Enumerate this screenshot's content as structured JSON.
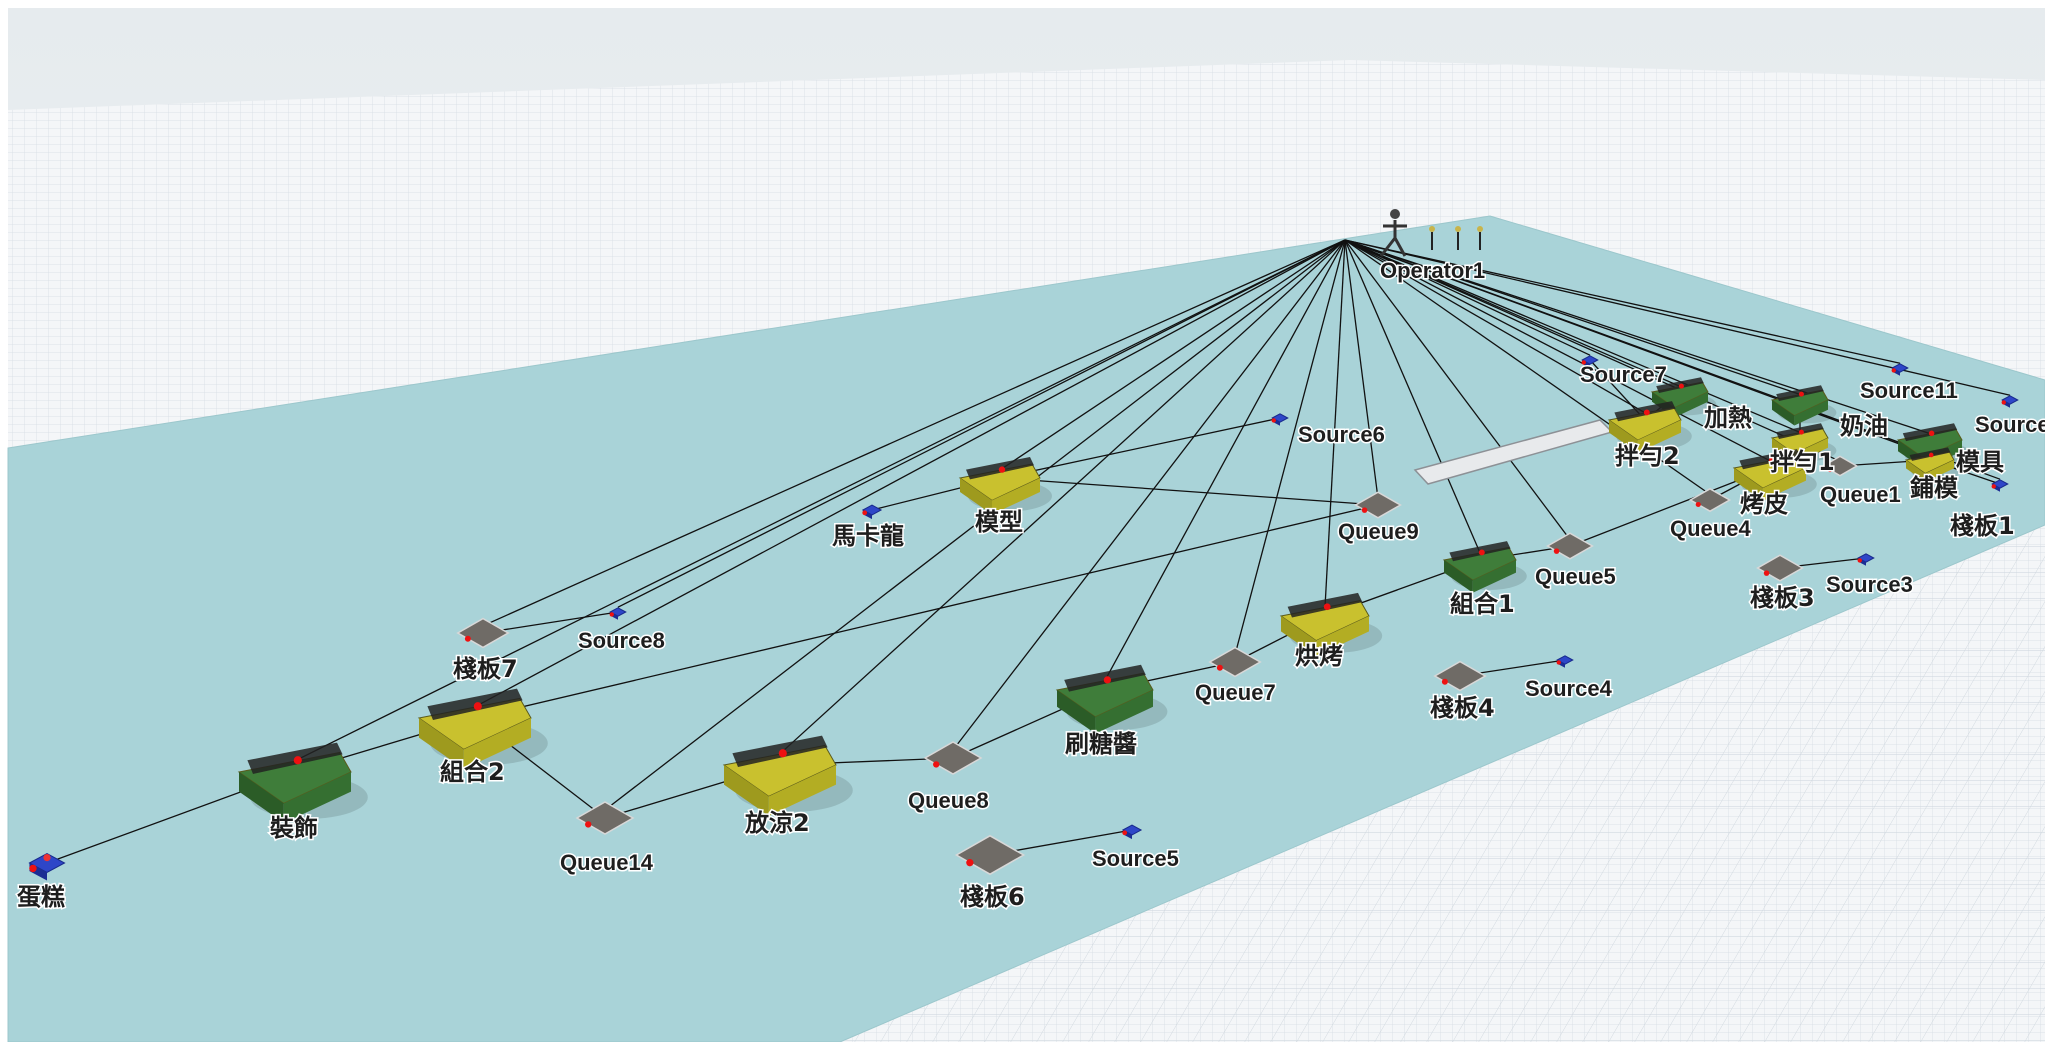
{
  "app": {
    "view": "3D model view"
  },
  "colors": {
    "sky": "#e4e8ea",
    "grid_line": "#c9d2da",
    "floor_bg": "#f2f4f6",
    "model_floor": "#a8d3d8",
    "processor_yellow": "#c9c12e",
    "processor_green": "#3f7d3a",
    "queue_gray": "#6f6b66",
    "source_blue": "#2e46c8"
  },
  "operator": {
    "name": "Operator1",
    "icon": "operator-icon"
  },
  "objects": [
    {
      "id": "source6",
      "label": "Source6",
      "kind": "source"
    },
    {
      "id": "source7",
      "label": "Source7",
      "kind": "source"
    },
    {
      "id": "source11",
      "label": "Source11",
      "kind": "source"
    },
    {
      "id": "source-edge",
      "label": "Source",
      "kind": "source"
    },
    {
      "id": "jianre",
      "label": "加熱",
      "kind": "processor"
    },
    {
      "id": "naiyou",
      "label": "奶油",
      "kind": "processor"
    },
    {
      "id": "moju",
      "label": "模具",
      "kind": "processor"
    },
    {
      "id": "banyun1",
      "label": "拌勻1",
      "kind": "processor"
    },
    {
      "id": "banyun2",
      "label": "拌勻2",
      "kind": "processor"
    },
    {
      "id": "queue1",
      "label": "Queue1",
      "kind": "queue"
    },
    {
      "id": "pumo",
      "label": "鋪模",
      "kind": "processor"
    },
    {
      "id": "zhanban1",
      "label": "棧板1",
      "kind": "source"
    },
    {
      "id": "kaopi",
      "label": "烤皮",
      "kind": "processor"
    },
    {
      "id": "queue4",
      "label": "Queue4",
      "kind": "queue"
    },
    {
      "id": "moxing",
      "label": "模型",
      "kind": "processor"
    },
    {
      "id": "makalong",
      "label": "馬卡龍",
      "kind": "source"
    },
    {
      "id": "queue9",
      "label": "Queue9",
      "kind": "queue"
    },
    {
      "id": "queue5",
      "label": "Queue5",
      "kind": "queue"
    },
    {
      "id": "zhanban3",
      "label": "棧板3",
      "kind": "queue"
    },
    {
      "id": "source3",
      "label": "Source3",
      "kind": "source"
    },
    {
      "id": "zuhe1",
      "label": "組合1",
      "kind": "processor"
    },
    {
      "id": "hongkao",
      "label": "烘烤",
      "kind": "processor"
    },
    {
      "id": "queue7",
      "label": "Queue7",
      "kind": "queue"
    },
    {
      "id": "zhanban4",
      "label": "棧板4",
      "kind": "queue"
    },
    {
      "id": "source4",
      "label": "Source4",
      "kind": "source"
    },
    {
      "id": "shuatangjiang",
      "label": "刷糖醬",
      "kind": "processor"
    },
    {
      "id": "zhanban7",
      "label": "棧板7",
      "kind": "queue"
    },
    {
      "id": "source8",
      "label": "Source8",
      "kind": "source"
    },
    {
      "id": "zuhe2",
      "label": "組合2",
      "kind": "processor"
    },
    {
      "id": "zhuangshi",
      "label": "裝飾",
      "kind": "processor"
    },
    {
      "id": "queue14",
      "label": "Queue14",
      "kind": "queue"
    },
    {
      "id": "fangliang2",
      "label": "放涼2",
      "kind": "processor"
    },
    {
      "id": "queue8",
      "label": "Queue8",
      "kind": "queue"
    },
    {
      "id": "zhanban6",
      "label": "棧板6",
      "kind": "queue"
    },
    {
      "id": "source5",
      "label": "Source5",
      "kind": "source"
    },
    {
      "id": "dangao",
      "label": "蛋糕",
      "kind": "sink"
    }
  ]
}
